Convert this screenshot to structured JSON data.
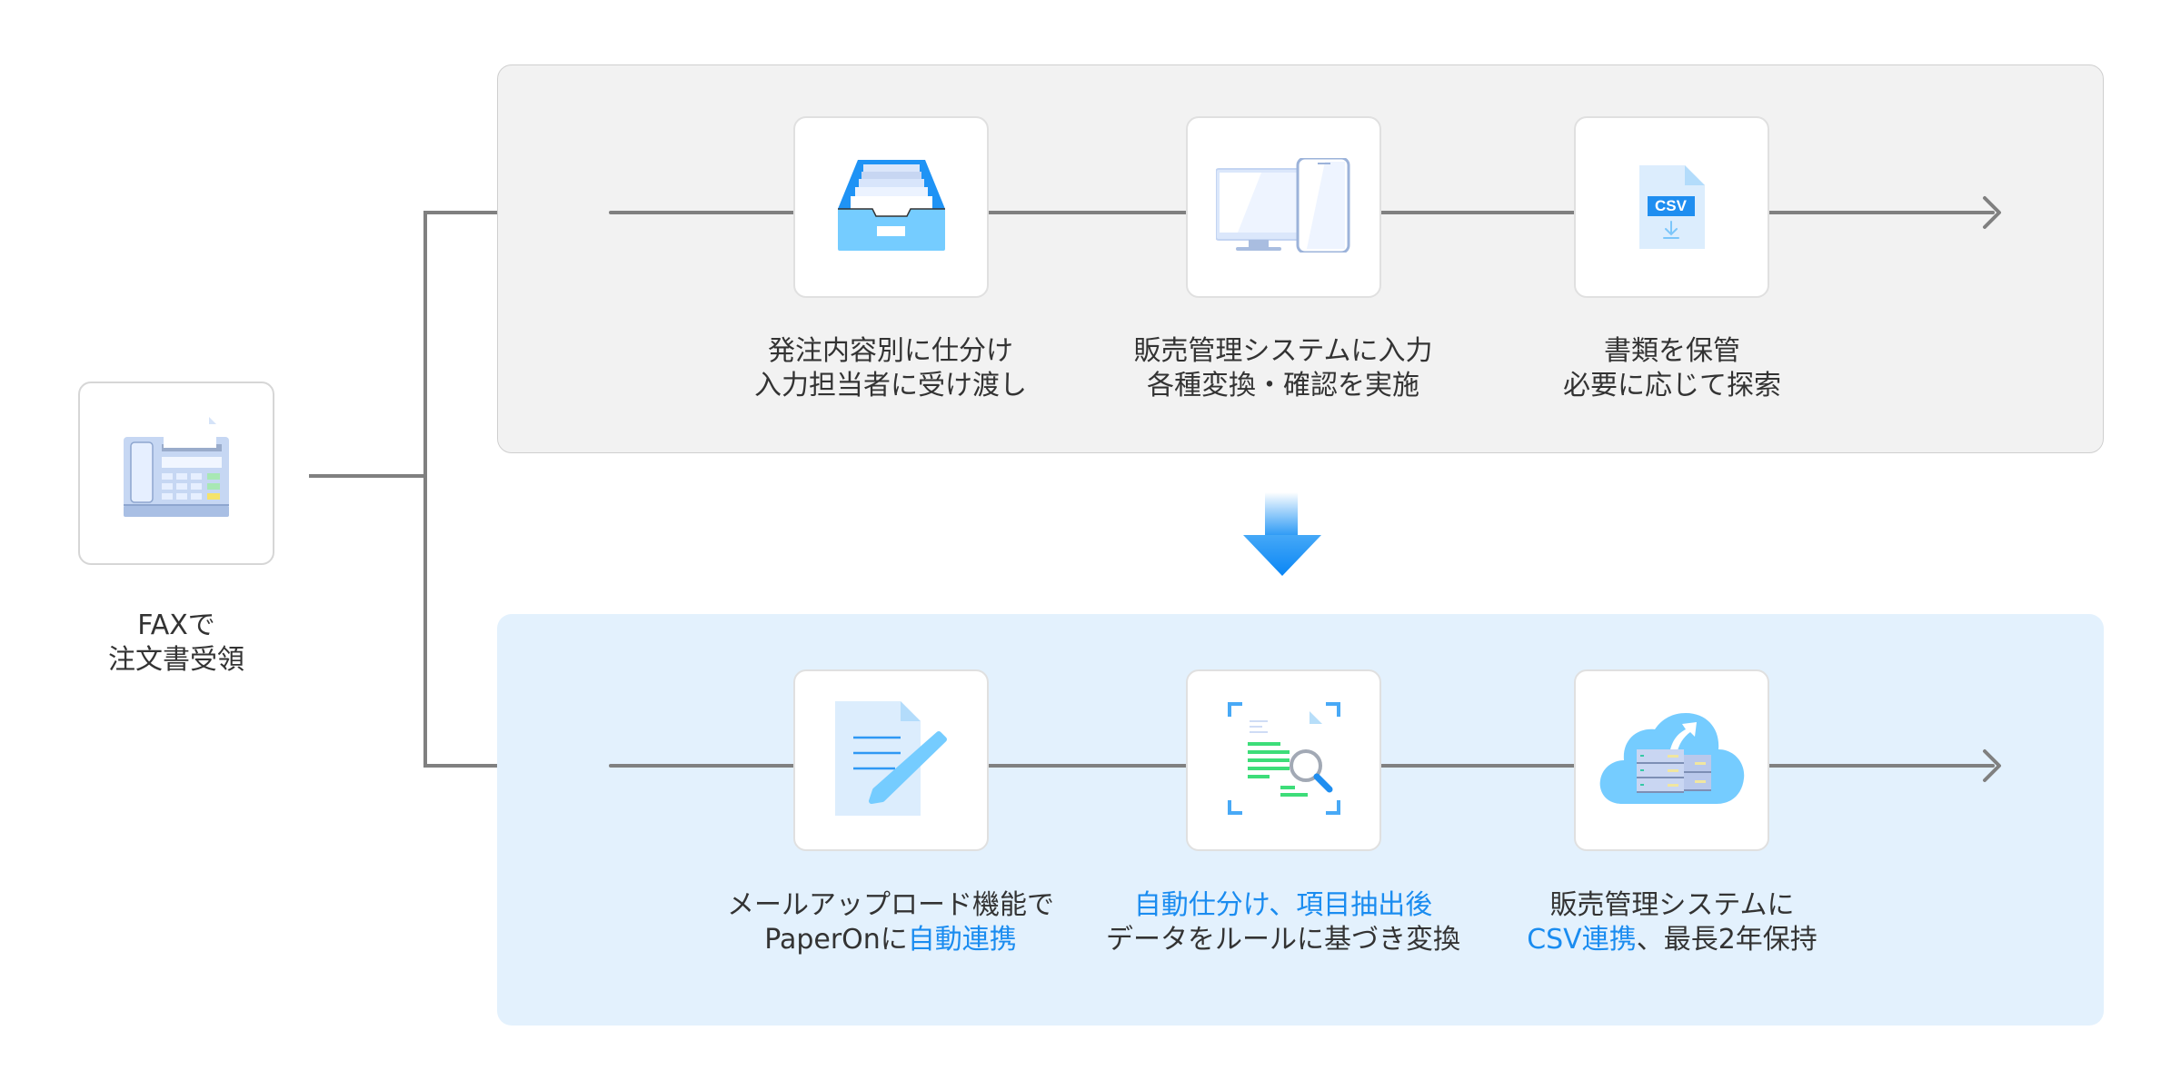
{
  "source": {
    "label_line1": "FAXで",
    "label_line2": "注文書受領",
    "icon": "fax-machine-icon"
  },
  "before_flow": {
    "steps": [
      {
        "icon": "inbox-tray-icon",
        "line1": "発注内容別に仕分け",
        "line2": "入力担当者に受け渡し"
      },
      {
        "icon": "desktop-and-phone-icon",
        "line1": "販売管理システムに入力",
        "line2": "各種変換・確認を実施"
      },
      {
        "icon": "csv-file-download-icon",
        "line1": "書類を保管",
        "line2": "必要に応じて探索",
        "icon_text": "CSV"
      }
    ]
  },
  "transition": {
    "icon": "down-arrow-icon"
  },
  "after_flow": {
    "steps": [
      {
        "icon": "document-pen-icon",
        "line1": "メールアップロード機能で",
        "line2_plain": "PaperOnに",
        "line2_highlight": "自動連携"
      },
      {
        "icon": "document-scan-icon",
        "line1_highlight": "自動仕分け、項目抽出後",
        "line2": "データをルールに基づき変換"
      },
      {
        "icon": "cloud-server-upload-icon",
        "line1": "販売管理システムに",
        "line2_highlight": "CSV連携",
        "line2_plain": "、最長2年保持"
      }
    ]
  },
  "colors": {
    "accent": "#1a8cf0",
    "before_panel_bg": "#f2f2f2",
    "after_panel_bg": "#e3f1fd",
    "connector": "#808080",
    "text": "#333333"
  }
}
